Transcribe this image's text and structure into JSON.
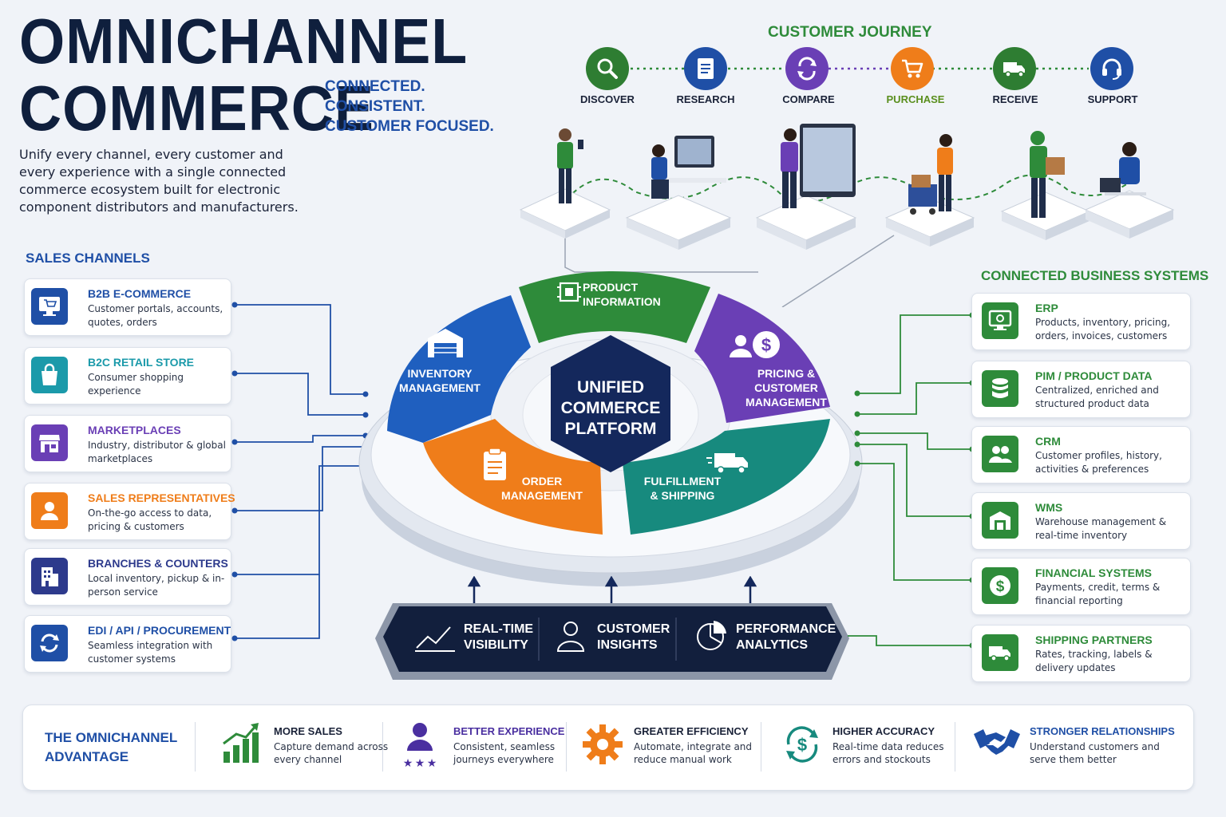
{
  "header": {
    "title_line1": "OMNICHANNEL",
    "title_line2": "COMMERCE",
    "tagline": [
      "CONNECTED.",
      "CONSISTENT.",
      "CUSTOMER FOCUSED."
    ],
    "intro": "Unify every channel, every customer and every experience with a single connected commerce ecosystem built for electronic component distributors and manufacturers."
  },
  "journey": {
    "title": "CUSTOMER JOURNEY",
    "steps": [
      {
        "label": "DISCOVER",
        "icon": "magnifier-icon",
        "color": "#2e7d32"
      },
      {
        "label": "RESEARCH",
        "icon": "document-icon",
        "color": "#1f4fa6"
      },
      {
        "label": "COMPARE",
        "icon": "compare-arrows-icon",
        "color": "#6a3fb5"
      },
      {
        "label": "PURCHASE",
        "icon": "cart-icon",
        "color": "#ef7d1a"
      },
      {
        "label": "RECEIVE",
        "icon": "truck-icon",
        "color": "#2e7d32"
      },
      {
        "label": "SUPPORT",
        "icon": "headset-icon",
        "color": "#1f4fa6"
      }
    ]
  },
  "sales_channels": {
    "title": "SALES CHANNELS",
    "items": [
      {
        "name": "B2B E-COMMERCE",
        "desc": "Customer portals, accounts, quotes, orders",
        "color": "#1f4fa6",
        "icon": "monitor-cart-icon"
      },
      {
        "name": "B2C RETAIL STORE",
        "desc": "Consumer shopping experience",
        "color": "#1b9aaa",
        "icon": "shopping-bag-icon"
      },
      {
        "name": "MARKETPLACES",
        "desc": "Industry, distributor & global marketplaces",
        "color": "#6a3fb5",
        "icon": "storefront-icon"
      },
      {
        "name": "SALES REPRESENTATIVES",
        "desc": "On-the-go access to data, pricing & customers",
        "color": "#ef7d1a",
        "icon": "person-icon"
      },
      {
        "name": "BRANCHES & COUNTERS",
        "desc": "Local inventory, pickup & in-person service",
        "color": "#2d3a8c",
        "icon": "building-icon"
      },
      {
        "name": "EDI / API / PROCUREMENT",
        "desc": "Seamless integration with customer systems",
        "color": "#1f4fa6",
        "icon": "sync-icon"
      }
    ]
  },
  "platform": {
    "center": [
      "UNIFIED",
      "COMMERCE",
      "PLATFORM"
    ],
    "segments": [
      {
        "label": [
          "PRODUCT",
          "INFORMATION"
        ],
        "color": "#2e8b3a",
        "icon": "chip-icon"
      },
      {
        "label": [
          "PRICING &",
          "CUSTOMER",
          "MANAGEMENT"
        ],
        "color": "#6a3fb5",
        "icon": "person-dollar-icon"
      },
      {
        "label": [
          "FULFILLMENT",
          "& SHIPPING"
        ],
        "color": "#178a7e",
        "icon": "truck-icon"
      },
      {
        "label": [
          "ORDER",
          "MANAGEMENT"
        ],
        "color": "#ef7d1a",
        "icon": "clipboard-icon"
      },
      {
        "label": [
          "INVENTORY",
          "MANAGEMENT"
        ],
        "color": "#1f5fbf",
        "icon": "warehouse-icon"
      }
    ],
    "bar": [
      {
        "label": [
          "REAL-TIME",
          "VISIBILITY"
        ],
        "icon": "trend-line-icon"
      },
      {
        "label": [
          "CUSTOMER",
          "INSIGHTS"
        ],
        "icon": "user-outline-icon"
      },
      {
        "label": [
          "PERFORMANCE",
          "ANALYTICS"
        ],
        "icon": "pie-chart-icon"
      }
    ]
  },
  "systems": {
    "title": "CONNECTED BUSINESS SYSTEMS",
    "items": [
      {
        "name": "ERP",
        "desc": "Products, inventory, pricing, orders, invoices, customers",
        "icon": "monitor-gear-icon"
      },
      {
        "name": "PIM / PRODUCT DATA",
        "desc": "Centralized, enriched and structured product data",
        "icon": "database-icon"
      },
      {
        "name": "CRM",
        "desc": "Customer profiles, history, activities & preferences",
        "icon": "users-icon"
      },
      {
        "name": "WMS",
        "desc": "Warehouse management & real-time inventory",
        "icon": "warehouse-icon"
      },
      {
        "name": "FINANCIAL SYSTEMS",
        "desc": "Payments, credit, terms & financial reporting",
        "icon": "dollar-icon"
      },
      {
        "name": "SHIPPING PARTNERS",
        "desc": "Rates, tracking, labels & delivery updates",
        "icon": "truck-icon"
      }
    ]
  },
  "advantage": {
    "title": [
      "THE OMNICHANNEL",
      "ADVANTAGE"
    ],
    "items": [
      {
        "title": "MORE SALES",
        "desc": "Capture demand across every channel",
        "title_color": "#1a2238",
        "icon": "bar-growth-icon"
      },
      {
        "title": "BETTER EXPERIENCE",
        "desc": "Consistent, seamless journeys everywhere",
        "title_color": "#4a2fa0",
        "icon": "person-stars-icon"
      },
      {
        "title": "GREATER EFFICIENCY",
        "desc": "Automate, integrate and reduce manual work",
        "title_color": "#1a2238",
        "icon": "gear-icon"
      },
      {
        "title": "HIGHER ACCURACY",
        "desc": "Real-time data reduces errors and stockouts",
        "title_color": "#1a2238",
        "icon": "dollar-cycle-icon"
      },
      {
        "title": "STRONGER RELATIONSHIPS",
        "desc": "Understand customers and serve them better",
        "title_color": "#1f4fa6",
        "icon": "handshake-icon"
      }
    ]
  }
}
